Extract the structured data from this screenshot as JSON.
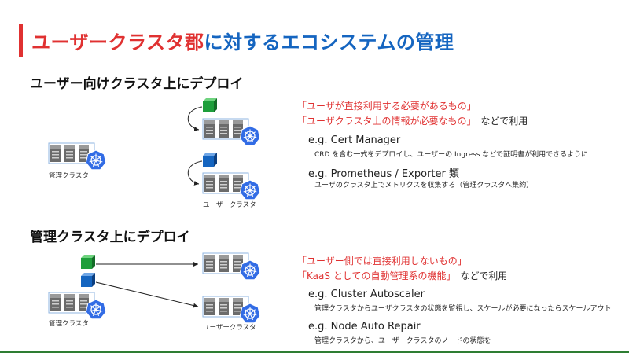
{
  "colors": {
    "accent_red": "#e03131",
    "accent_blue": "#1565c0",
    "green_node": "#1e9e3b",
    "blue_node": "#1565c0",
    "k8s_blue": "#326ce5"
  },
  "title": {
    "part1": "ユーザークラスタ郡",
    "part2": "に対するエコシステムの管理"
  },
  "section1": {
    "heading": "ユーザー向けクラスタ上にデプロイ",
    "quote1": "「ユーザが直接利用する必要があるもの」",
    "quote2_red": "「ユーザクラスタ上の情報が必要なもの」",
    "quote2_tail": "　などで利用",
    "eg1_title": "e.g. Cert Manager",
    "eg1_desc": "CRD を含む一式をデプロイし、ユーザーの Ingress などで証明書が利用できるように",
    "eg2_title": "e.g. Prometheus / Exporter 類",
    "eg2_desc": "ユーザのクラスタ上でメトリクスを収集する（管理クラスタへ集約）",
    "mgmt_label": "管理クラスタ",
    "user_label": "ユーザークラスタ"
  },
  "section2": {
    "heading": "管理クラスタ上にデプロイ",
    "quote1": "「ユーザー側では直接利用しないもの」",
    "quote2_bracket_open": "「",
    "quote2_red": "KaaS としての自動管理系の機能",
    "quote2_bracket_close": "」",
    "quote2_tail": "　などで利用",
    "eg1_title": "e.g. Cluster Autoscaler",
    "eg1_desc": "管理クラスタからユーザクラスタの状態を監視し、スケールが必要になったらスケールアウト",
    "eg2_title": "e.g. Node Auto Repair",
    "eg2_desc": "管理クラスタから、ユーザークラスタのノードの状態を",
    "mgmt_label": "管理クラスタ",
    "user_label": "ユーザークラスタ"
  }
}
